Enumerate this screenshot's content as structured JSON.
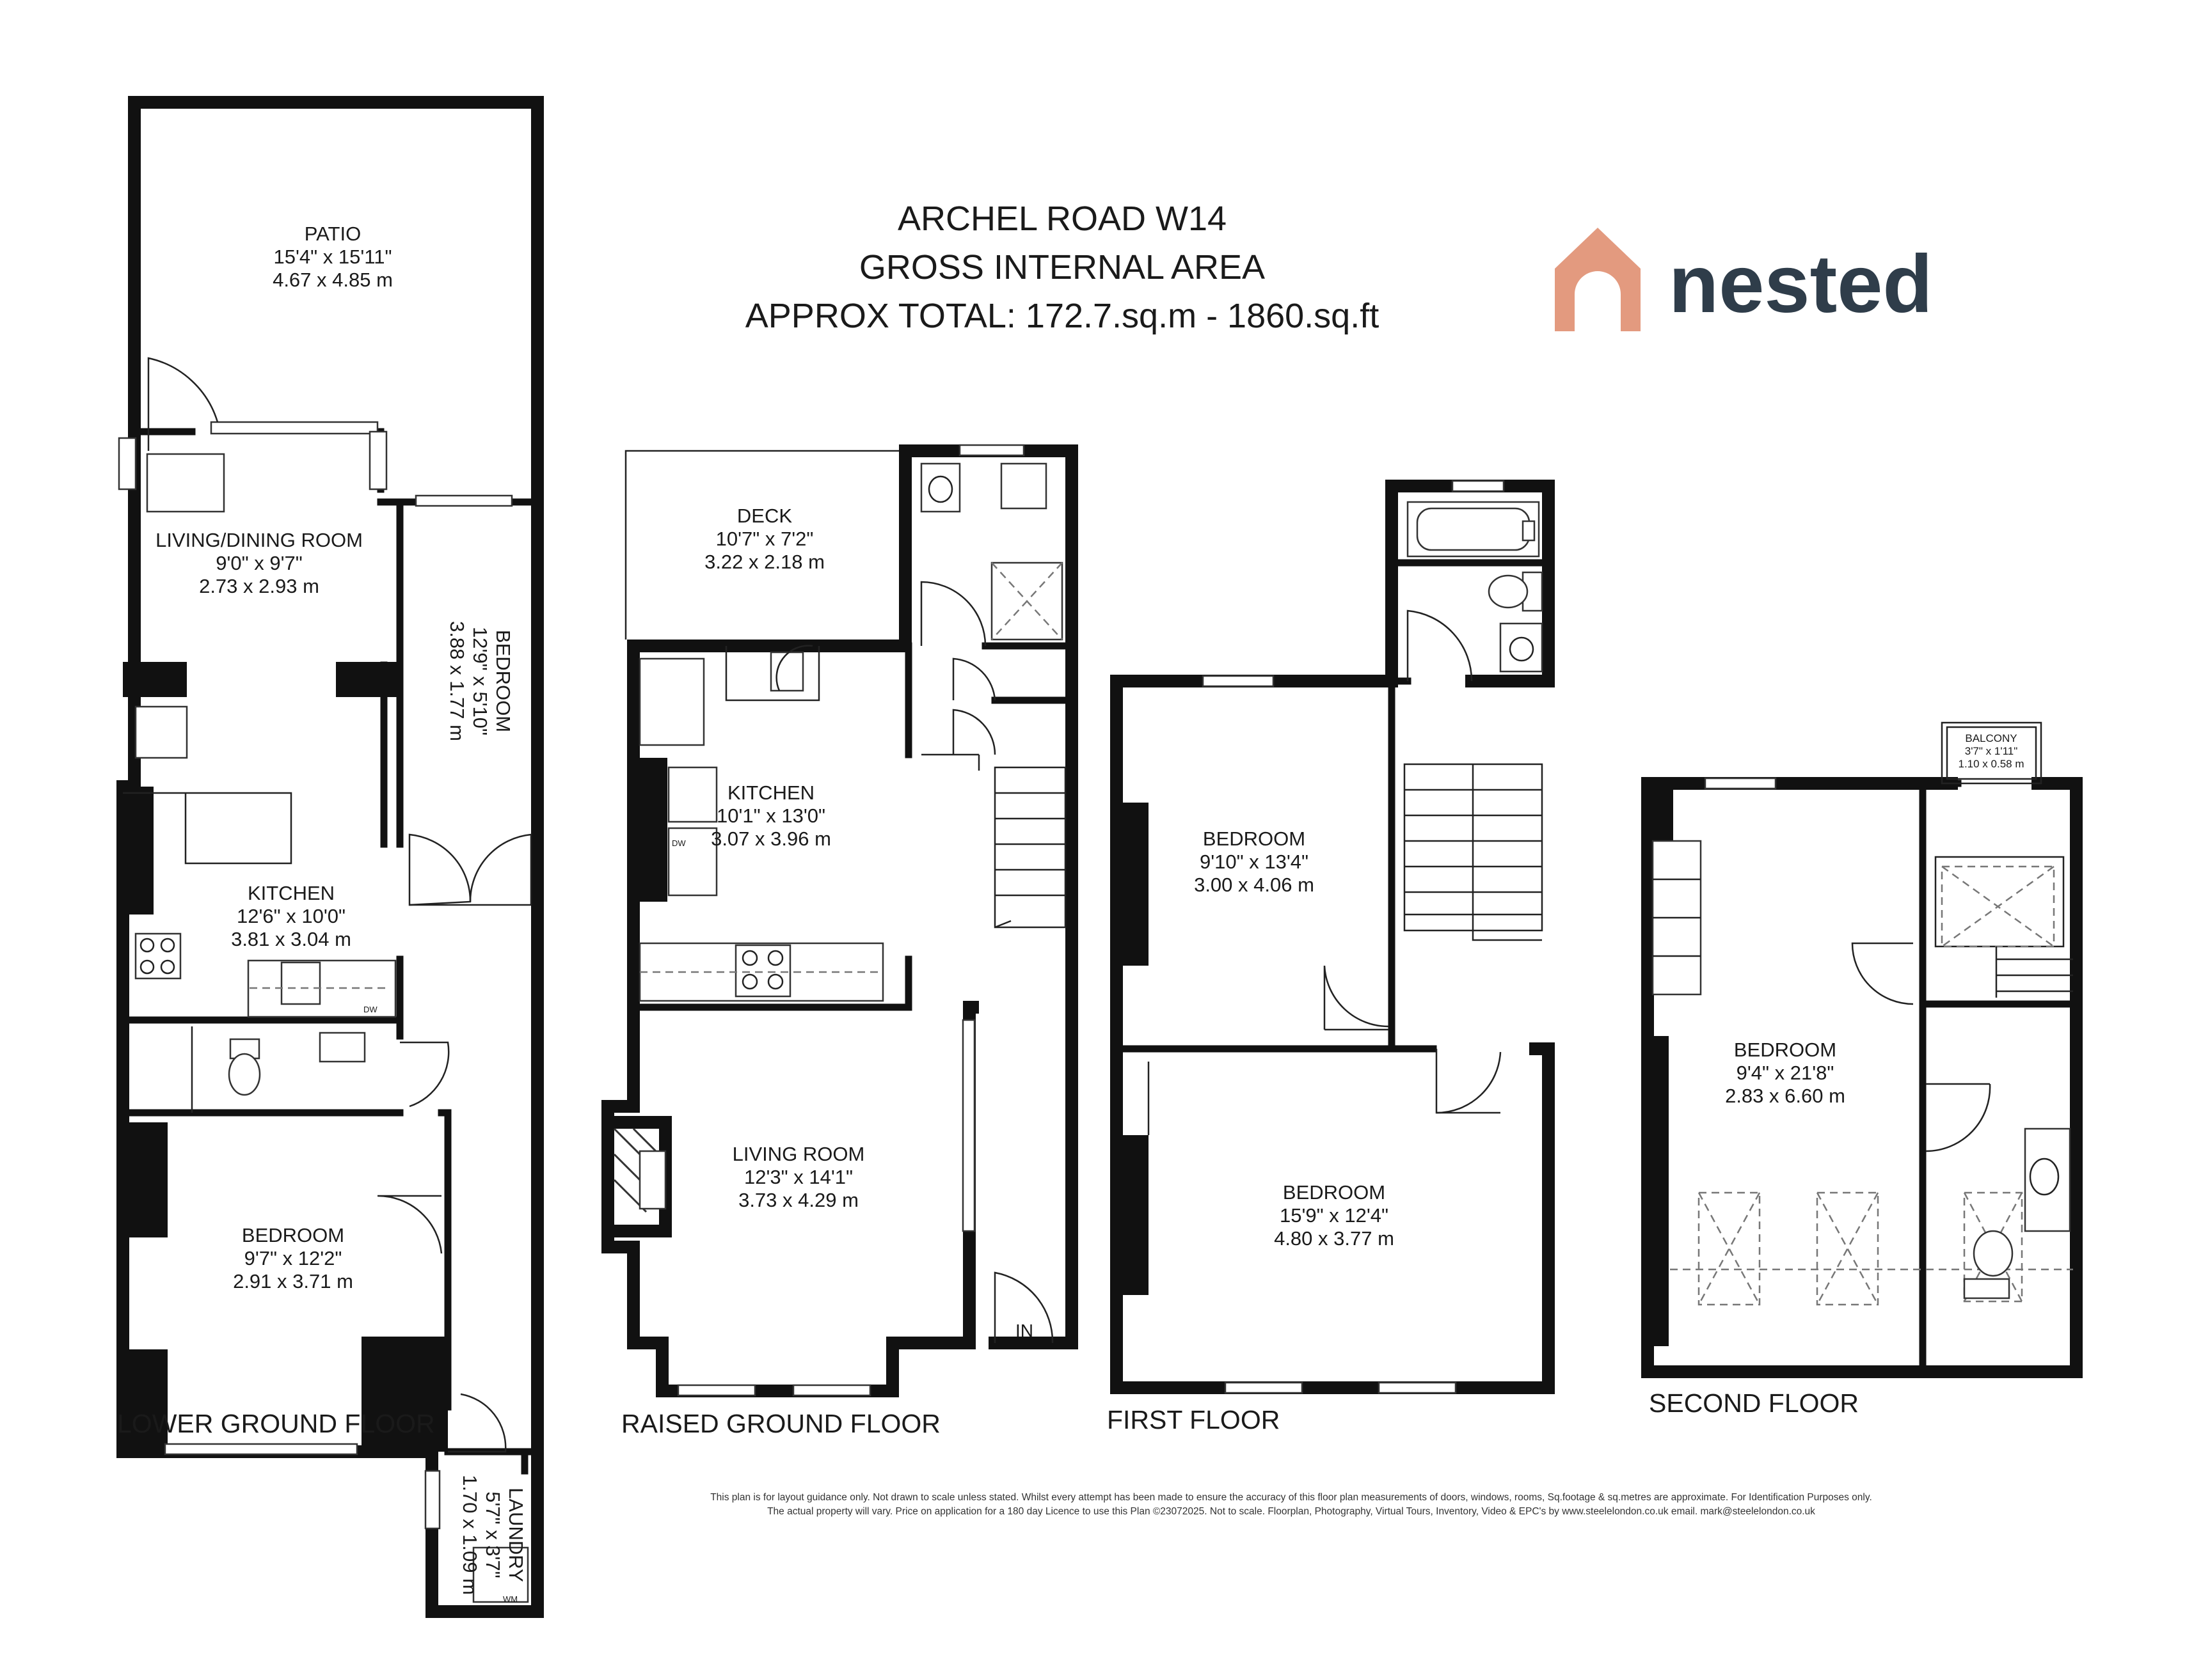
{
  "title": {
    "line1": "ARCHEL ROAD W14",
    "line2": "GROSS INTERNAL AREA",
    "line3": "APPROX TOTAL: 172.7.sq.m - 1860.sq.ft"
  },
  "logo": {
    "text": "nested",
    "icon": "house-arch-icon",
    "color": "#e39a7f",
    "text_color": "#2f3d4a"
  },
  "floors": {
    "lower_ground": {
      "label": "LOWER GROUND FLOOR",
      "rooms": {
        "patio": {
          "name": "PATIO",
          "imperial": "15'4\" x 15'11\"",
          "metric": "4.67 x 4.85 m"
        },
        "living_dining": {
          "name": "LIVING/DINING ROOM",
          "imperial": "9'0\" x 9'7\"",
          "metric": "2.73 x 2.93 m"
        },
        "bedroom_side": {
          "name": "BEDROOM",
          "imperial": "12'9\" x 5'10\"",
          "metric": "3.88 x 1.77 m"
        },
        "kitchen": {
          "name": "KITCHEN",
          "imperial": "12'6\" x 10'0\"",
          "metric": "3.81 x 3.04 m"
        },
        "bedroom_front": {
          "name": "BEDROOM",
          "imperial": "9'7\" x 12'2\"",
          "metric": "2.91 x 3.71 m"
        },
        "laundry": {
          "name": "LAUNDRY",
          "imperial": "5'7\" x 3'7\"",
          "metric": "1.70 x 1.09 m"
        }
      },
      "appliances": {
        "dishwasher": "DW",
        "washing_machine": "WM"
      }
    },
    "raised_ground": {
      "label": "RAISED GROUND FLOOR",
      "rooms": {
        "deck": {
          "name": "DECK",
          "imperial": "10'7\" x 7'2\"",
          "metric": "3.22 x 2.18 m"
        },
        "kitchen": {
          "name": "KITCHEN",
          "imperial": "10'1\" x 13'0\"",
          "metric": "3.07 x 3.96 m"
        },
        "living_room": {
          "name": "LIVING ROOM",
          "imperial": "12'3\" x 14'1\"",
          "metric": "3.73 x 4.29 m"
        }
      },
      "entrance": "IN",
      "appliances": {
        "dishwasher": "DW"
      }
    },
    "first": {
      "label": "FIRST FLOOR",
      "rooms": {
        "bedroom_rear": {
          "name": "BEDROOM",
          "imperial": "9'10\" x 13'4\"",
          "metric": "3.00 x 4.06 m"
        },
        "bedroom_front": {
          "name": "BEDROOM",
          "imperial": "15'9\" x 12'4\"",
          "metric": "4.80 x 3.77 m"
        }
      }
    },
    "second": {
      "label": "SECOND FLOOR",
      "rooms": {
        "bedroom": {
          "name": "BEDROOM",
          "imperial": "9'4\" x 21'8\"",
          "metric": "2.83 x 6.60 m"
        },
        "balcony": {
          "name": "BALCONY",
          "imperial": "3'7\" x 1'11\"",
          "metric": "1.10 x 0.58 m"
        }
      }
    }
  },
  "disclaimer": {
    "line1": "This plan is for layout guidance only. Not drawn to scale unless stated. Whilst every attempt has been made to ensure the accuracy of this floor plan measurements of doors, windows, rooms, Sq.footage & sq.metres are approximate. For Identification Purposes only.",
    "line2": "The actual property will vary. Price on application for a 180 day Licence to use this Plan ©23072025. Not to scale. Floorplan, Photography, Virtual Tours, Inventory, Video & EPC's by www.steelelondon.co.uk email. mark@steelelondon.co.uk"
  }
}
